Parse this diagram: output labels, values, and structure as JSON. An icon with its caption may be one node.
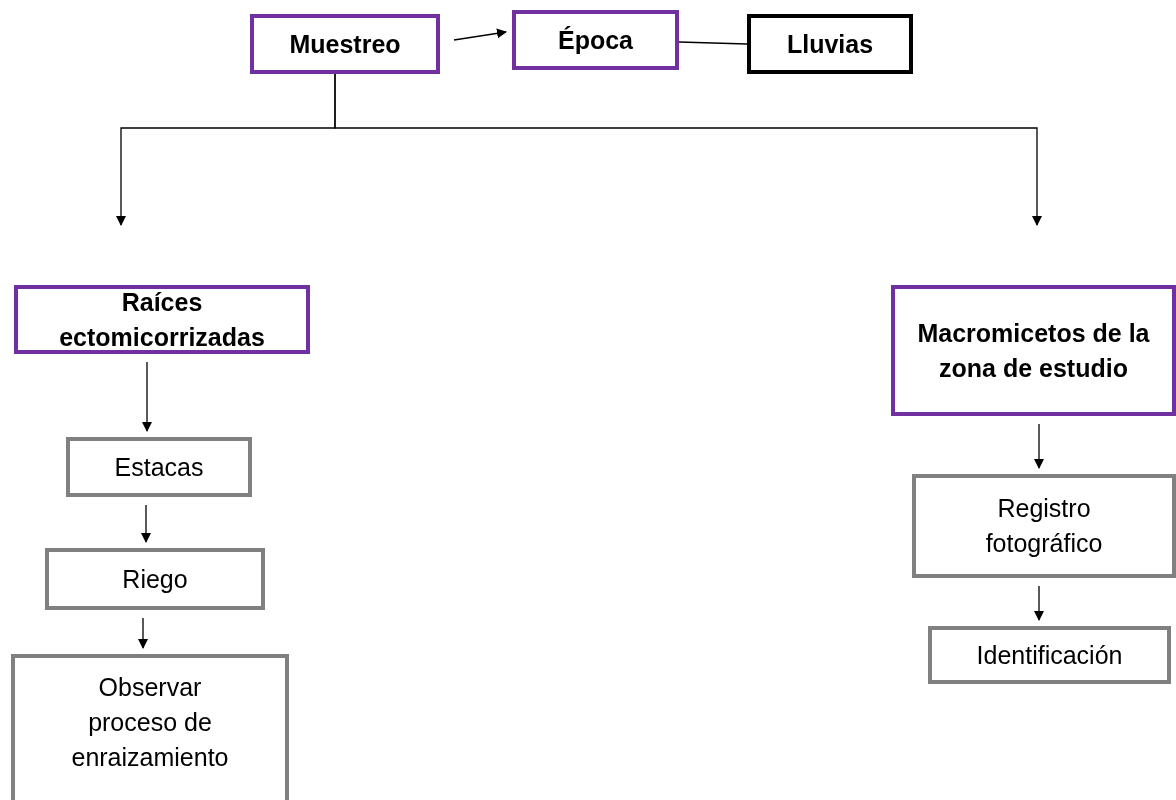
{
  "diagram": {
    "nodes": [
      {
        "text": [
          "Muestreo"
        ]
      },
      {
        "text": [
          "Época"
        ]
      },
      {
        "text": [
          "Lluvias"
        ]
      },
      {
        "text": [
          "Raíces ectomicorrizadas"
        ]
      },
      {
        "text": [
          "Estacas"
        ]
      },
      {
        "text": [
          "Riego"
        ]
      },
      {
        "text": [
          "Observar proceso de enraizamiento"
        ]
      },
      {
        "text": [
          "Macromicetos de la zona de estudio"
        ]
      },
      {
        "text": [
          "Registro fotográfico"
        ]
      },
      {
        "text": [
          "Identificación"
        ]
      }
    ],
    "edges": [
      {
        "from": 0,
        "to": 1,
        "arrow": "to"
      },
      {
        "from": 1,
        "to": 2,
        "arrow": "none"
      },
      {
        "from": 0,
        "to": 3,
        "arrow": "to"
      },
      {
        "from": 0,
        "to": 7,
        "arrow": "to"
      },
      {
        "from": 3,
        "to": 4,
        "arrow": "to"
      },
      {
        "from": 4,
        "to": 5,
        "arrow": "to"
      },
      {
        "from": 5,
        "to": 6,
        "arrow": "to"
      },
      {
        "from": 7,
        "to": 8,
        "arrow": "to"
      },
      {
        "from": 8,
        "to": 9,
        "arrow": "to"
      }
    ]
  }
}
